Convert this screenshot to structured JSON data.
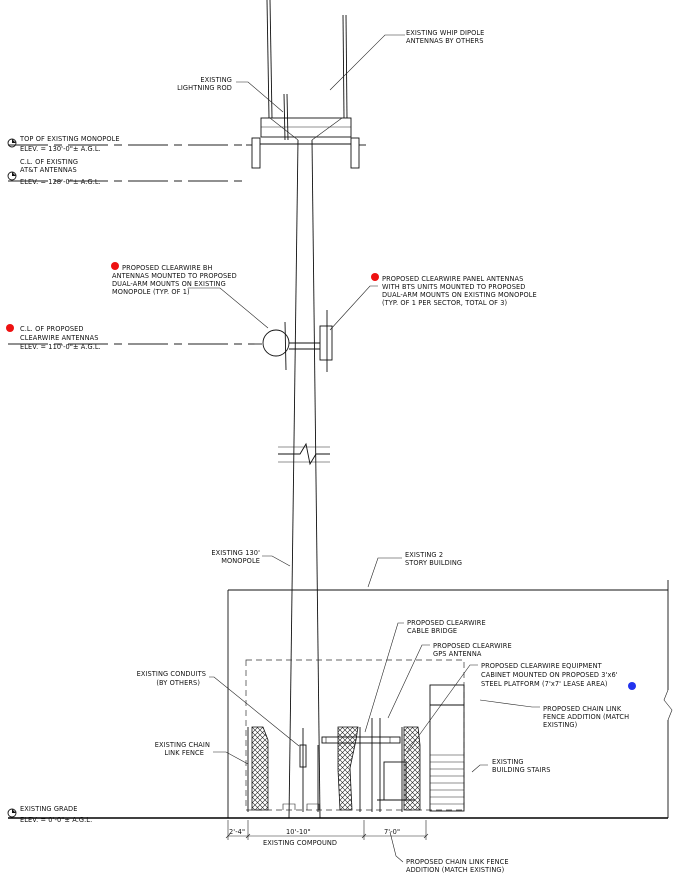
{
  "colors": {
    "red_marker": "#ee1111",
    "blue_marker": "#2233ee",
    "line": "#111111"
  },
  "labels": {
    "whip_antennas": [
      "EXISTING WHIP DIPOLE",
      "ANTENNAS BY OTHERS"
    ],
    "lightning_rod": [
      "EXISTING",
      "LIGHTNING ROD"
    ],
    "top_monopole": [
      "TOP OF EXISTING MONOPOLE",
      "ELEV. = 130'-0\"± A.G.L."
    ],
    "att_antennas": [
      "C.L. OF EXISTING",
      "AT&T ANTENNAS",
      "ELEV. = 128'-0\"± A.G.L."
    ],
    "bh_antennas": [
      "PROPOSED CLEARWIRE BH",
      "ANTENNAS MOUNTED TO PROPOSED",
      "DUAL-ARM MOUNTS ON EXISTING",
      "MONOPOLE (TYP. OF 1)"
    ],
    "panel_antennas": [
      "PROPOSED CLEARWIRE PANEL ANTENNAS",
      "WITH BTS UNITS MOUNTED TO PROPOSED",
      "DUAL-ARM MOUNTS ON EXISTING MONOPOLE",
      "(TYP. OF 1 PER SECTOR, TOTAL OF 3)"
    ],
    "clearwire_cl": [
      "C.L. OF PROPOSED",
      "CLEARWIRE ANTENNAS",
      "ELEV. = 110'-0\"± A.G.L."
    ],
    "monopole": [
      "EXISTING 130'",
      "MONOPOLE"
    ],
    "building": [
      "EXISTING 2",
      "STORY BUILDING"
    ],
    "cable_bridge": [
      "PROPOSED CLEARWIRE",
      "CABLE BRIDGE"
    ],
    "gps_antenna": [
      "PROPOSED CLEARWIRE",
      "GPS ANTENNA"
    ],
    "equipment_cabinet": [
      "PROPOSED CLEARWIRE EQUIPMENT",
      "CABINET MOUNTED ON PROPOSED 3'x6'",
      "STEEL PLATFORM (7'x7' LEASE AREA)"
    ],
    "conduits": [
      "EXISTING CONDUITS",
      "(BY OTHERS)"
    ],
    "chain_fence_addition": [
      "PROPOSED CHAIN LINK",
      "FENCE ADDITION (MATCH",
      "EXISTING)"
    ],
    "chain_fence_existing": [
      "EXISTING CHAIN",
      "LINK FENCE"
    ],
    "stairs": [
      "EXISTING",
      "BUILDING STAIRS"
    ],
    "grade": [
      "EXISTING GRADE",
      "ELEV. = 0'-0\"± A.G.L."
    ],
    "bottom_fence": [
      "PROPOSED CHAIN LINK FENCE",
      "ADDITION (MATCH EXISTING)"
    ]
  },
  "dimensions": {
    "left": "2'-4\"",
    "middle": "10'-10\"",
    "right": "7'-0\"",
    "compound": "EXISTING COMPOUND"
  }
}
